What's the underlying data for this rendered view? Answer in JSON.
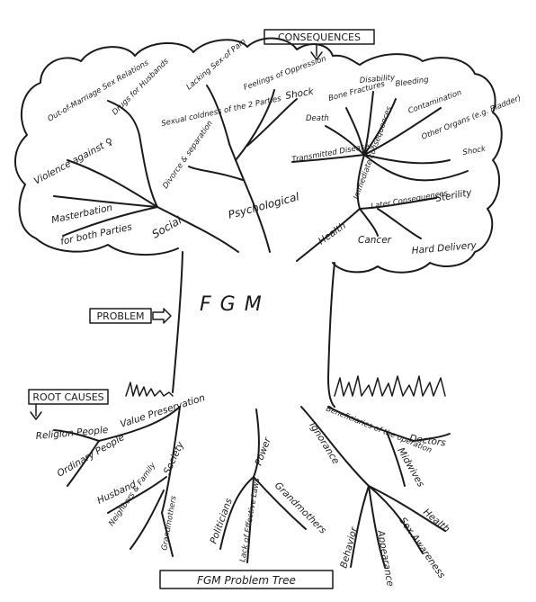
{
  "header": {
    "consequences": "CONSEQUENCES"
  },
  "trunk": {
    "title": "FGM"
  },
  "boxes": {
    "problem": "PROBLEM",
    "root_causes": "ROOT CAUSES"
  },
  "footer": {
    "title": "FGM Problem Tree"
  },
  "consequences": {
    "social": {
      "label": "Social",
      "items": [
        "Out-of-Marriage Sex Relations",
        "Violence against ♀",
        "Masterbation",
        "for both Parties",
        "Drugs for Husbands"
      ]
    },
    "psychological": {
      "label": "Psychological",
      "items": [
        "Lacking Sex-of Pain",
        "Sexual coldness of the 2 Parties",
        "Divorce & separation",
        "Feelings of Oppression",
        "Shock"
      ]
    },
    "health": {
      "label": "Health",
      "immediate_label": "Immediate consequences",
      "later_label": "Later Consequences",
      "immediate_items": [
        "Death",
        "Bone Fractures",
        "Disability",
        "Bleeding",
        "Contamination",
        "Transmitted Diseases",
        "Other Organs (e.g. Bladder)",
        "Shock"
      ],
      "later_items": [
        "Sterility",
        "Cancer",
        "Hard Delivery"
      ]
    }
  },
  "roots": {
    "value_preservation": {
      "label": "Value Preservation",
      "items": [
        "Religion People",
        "Ordinary People"
      ]
    },
    "society": {
      "label": "Society",
      "items": [
        "Husband",
        "Neighbors & Family",
        "Grandmothers"
      ]
    },
    "power": {
      "label": "Power",
      "items": [
        "Politicians",
        "Lack of Effective Laws",
        "Grandmothers"
      ]
    },
    "ignorance": {
      "label": "Ignorance",
      "items": [
        "Behavior",
        "Appearance",
        "Sex Awareness",
        "Health"
      ]
    },
    "beneficiaries": {
      "label": "Beneficiaries of the operation",
      "items": [
        "Doctors",
        "Midwives"
      ]
    }
  }
}
